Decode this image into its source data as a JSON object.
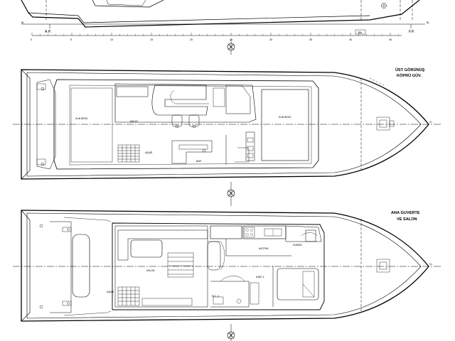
{
  "profile": {
    "ap_label": "A.P.",
    "fp_label": "F.P.",
    "bl_left": "BL",
    "bl_right": "BL",
    "frame_ticks": [
      "0",
      "5",
      "10",
      "15",
      "20",
      "25",
      "30",
      "35",
      "40",
      "45"
    ],
    "frame_marker": "38A"
  },
  "top_deck": {
    "title_line1": "ÜST GÖRÜNÜŞ",
    "title_line2": "KÖPRÜ GÜV.",
    "sun_beds_left": "SUN BEDS",
    "sun_beds_right": "SUN BEDS",
    "jakuzi": "JAKUZI",
    "bar": "BAR",
    "asagi": "AŞAĞI",
    "cl_label": "CL"
  },
  "main_deck": {
    "title_line1": "ANA GUVERTE",
    "title_line2": "VE SALON",
    "salon": "SALON",
    "mutfak": "MUTFAK",
    "dumen": "DÜMEN",
    "kabin": "KABİ. 4",
    "wc": "W.C. 4",
    "asagi": "AŞAĞI",
    "cl_label": "CL"
  }
}
